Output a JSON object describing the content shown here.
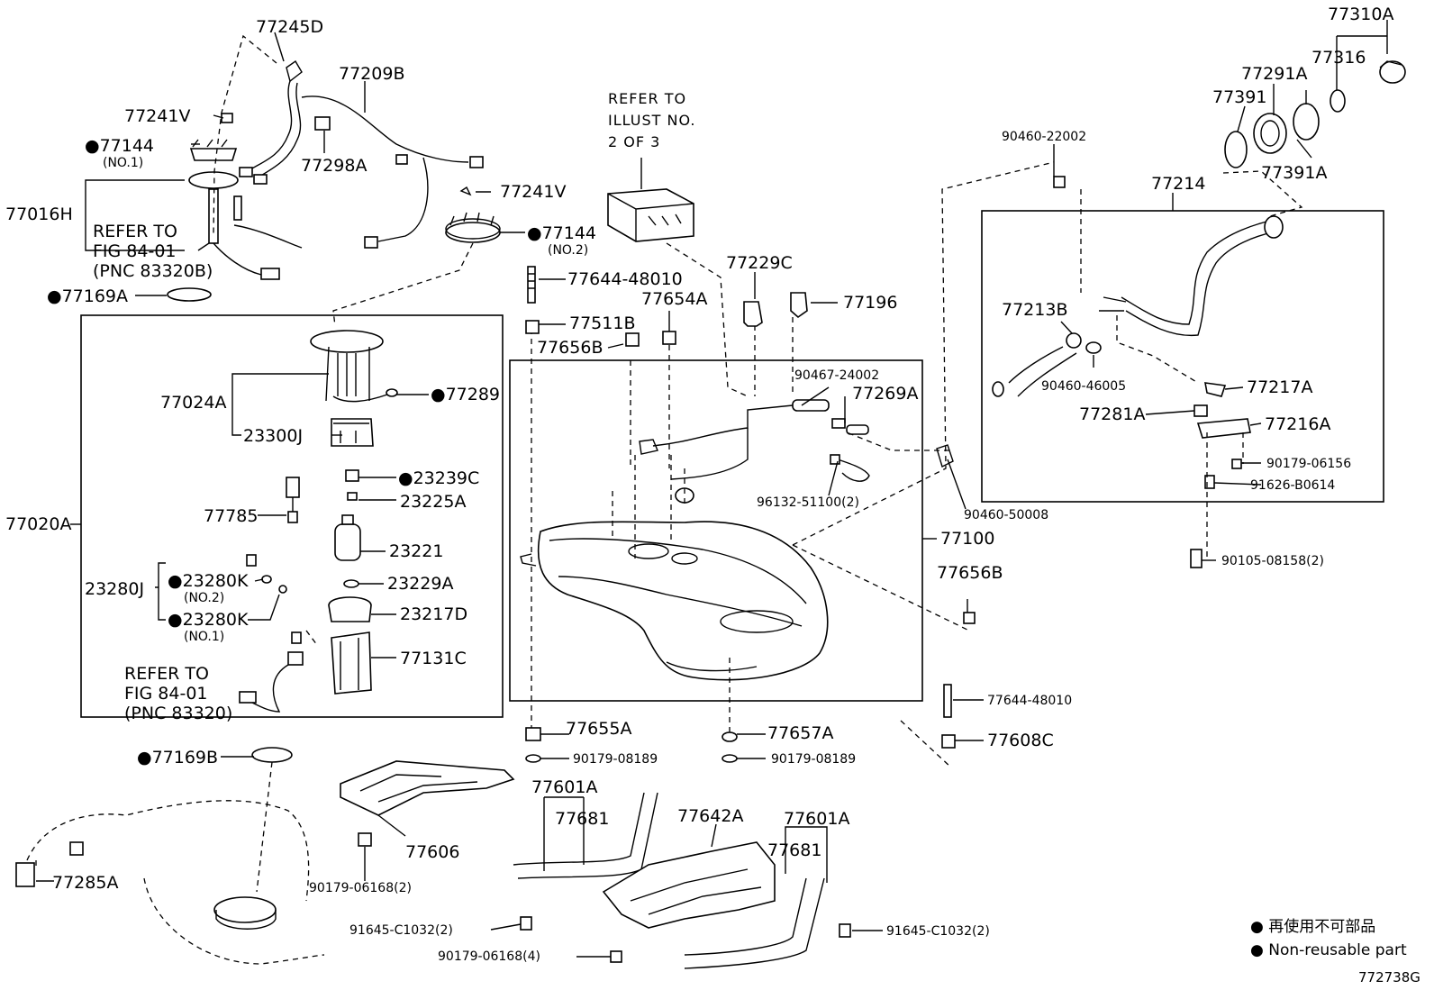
{
  "labels": {
    "l77245D": "77245D",
    "l77209B": "77209B",
    "l77241V_a": "77241V",
    "l77144_a": "●77144",
    "l77144_a_no": "(NO.1)",
    "l77298A": "77298A",
    "l77016H": "77016H",
    "l77241V_b": "77241V",
    "l77144_b": "●77144",
    "l77144_b_no": "(NO.2)",
    "ref1_line1": "REFER TO",
    "ref1_line2": "FIG 84-01",
    "ref1_line3": "(PNC 83320B)",
    "l77169A": "●77169A",
    "ref_illust_1": "REFER TO",
    "ref_illust_2": "ILLUST NO.",
    "ref_illust_3": "2 OF 3",
    "l77644_a": "77644-48010",
    "l77654A": "77654A",
    "l77511B": "77511B",
    "l77656B_a": "77656B",
    "l77229C": "77229C",
    "l77196": "77196",
    "l90467": "90467-24002",
    "l77269A": "77269A",
    "l96132": "96132-51100(2)",
    "l90460_50008": "90460-50008",
    "l77100": "77100",
    "l77656B_b": "77656B",
    "l77644_b": "77644-48010",
    "l77608C": "77608C",
    "l77655A": "77655A",
    "l90179_08189_a": "90179-08189",
    "l77657A": "77657A",
    "l90179_08189_b": "90179-08189",
    "l77024A": "77024A",
    "l77289": "●77289",
    "l23300J": "23300J",
    "l23239C": "●23239C",
    "l23225A": "23225A",
    "l77785": "77785",
    "l23221": "23221",
    "l77020A": "77020A",
    "l23280J": "23280J",
    "l23280K_a": "●23280K",
    "l23280K_a_no": "(NO.2)",
    "l23229A": "23229A",
    "l23280K_b": "●23280K",
    "l23280K_b_no": "(NO.1)",
    "l23217D": "23217D",
    "l77131C": "77131C",
    "ref2_line1": "REFER TO",
    "ref2_line2": "FIG 84-01",
    "ref2_line3": "(PNC 83320)",
    "l77169B": "●77169B",
    "l77285A": "77285A",
    "l77606": "77606",
    "l90179_06168_2": "90179-06168(2)",
    "l77601A_a": "77601A",
    "l77681_a": "77681",
    "l77642A": "77642A",
    "l77601A_b": "77601A",
    "l77681_b": "77681",
    "l91645_a": "91645-C1032(2)",
    "l90179_06168_4": "90179-06168(4)",
    "l91645_b": "91645-C1032(2)",
    "l77310A": "77310A",
    "l77316": "77316",
    "l77291A": "77291A",
    "l77391": "77391",
    "l77391A": "77391A",
    "l90460_22002": "90460-22002",
    "l77214": "77214",
    "l77213B": "77213B",
    "l90460_46005": "90460-46005",
    "l77217A": "77217A",
    "l77281A": "77281A",
    "l77216A": "77216A",
    "l90179_06156": "90179-06156",
    "l91626": "91626-B0614",
    "l90105": "90105-08158(2)"
  },
  "legend": {
    "jp": "● 再使用不可部品",
    "en": "● Non-reusable part"
  },
  "figure_id": "772738G"
}
